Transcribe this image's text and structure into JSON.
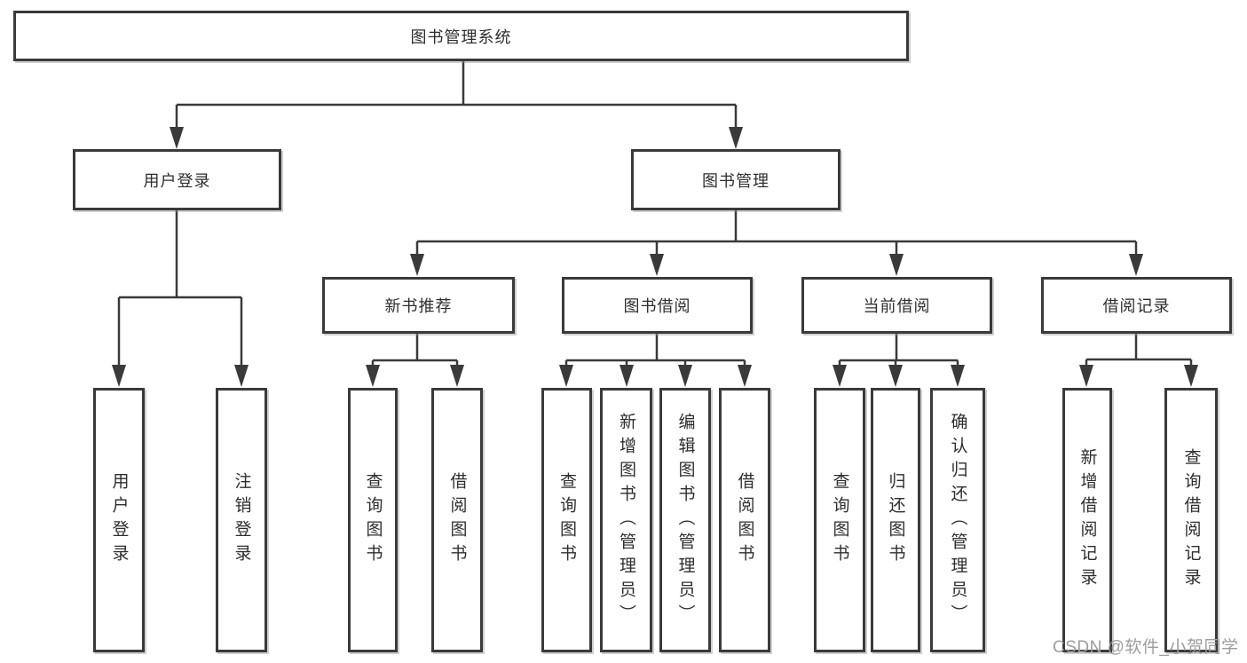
{
  "title": "图书管理系统",
  "tree": {
    "root": {
      "label": "图书管理系统"
    },
    "branches": [
      {
        "label": "用户登录",
        "children": [
          {
            "label": "用户登录"
          },
          {
            "label": "注销登录"
          }
        ]
      },
      {
        "label": "图书管理",
        "children": [
          {
            "label": "新书推荐",
            "children": [
              {
                "label": "查询图书"
              },
              {
                "label": "借阅图书"
              }
            ]
          },
          {
            "label": "图书借阅",
            "children": [
              {
                "label": "查询图书"
              },
              {
                "label": "新增图书（管理员）"
              },
              {
                "label": "编辑图书（管理员）"
              },
              {
                "label": "借阅图书"
              }
            ]
          },
          {
            "label": "当前借阅",
            "children": [
              {
                "label": "查询图书"
              },
              {
                "label": "归还图书"
              },
              {
                "label": "确认归还（管理员）"
              }
            ]
          },
          {
            "label": "借阅记录",
            "children": [
              {
                "label": "新增借阅记录"
              },
              {
                "label": "查询借阅记录"
              }
            ]
          }
        ]
      }
    ]
  },
  "watermark": {
    "text": "CSDN @软件_小贺同学"
  },
  "colors": {
    "line": "#3a3a3a",
    "text": "#2e2e2e",
    "watermark": "#9d9d9d",
    "background": "#ffffff"
  }
}
